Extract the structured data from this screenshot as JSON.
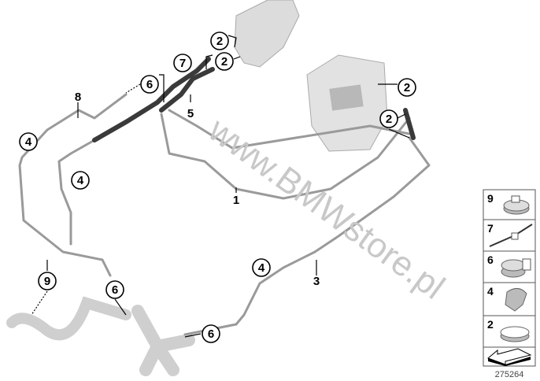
{
  "diagram": {
    "callouts": [
      {
        "id": "c2a",
        "label": "2"
      },
      {
        "id": "c2b",
        "label": "2"
      },
      {
        "id": "c2c",
        "label": "2"
      },
      {
        "id": "c2d",
        "label": "2"
      },
      {
        "id": "c7",
        "label": "7"
      },
      {
        "id": "c6a",
        "label": "6"
      },
      {
        "id": "c6b",
        "label": "6"
      },
      {
        "id": "c6c",
        "label": "6"
      },
      {
        "id": "c4a",
        "label": "4"
      },
      {
        "id": "c4b",
        "label": "4"
      },
      {
        "id": "c4c",
        "label": "4"
      },
      {
        "id": "c9",
        "label": "9"
      }
    ],
    "plain_labels": [
      {
        "id": "l8",
        "label": "8"
      },
      {
        "id": "l5",
        "label": "5"
      },
      {
        "id": "l1",
        "label": "1"
      },
      {
        "id": "l3",
        "label": "3"
      }
    ],
    "watermark": "www.BMWstore.pl",
    "diagram_number": "275264"
  },
  "legend": {
    "items": [
      {
        "label": "9",
        "part": "clamp-icon"
      },
      {
        "label": "7",
        "part": "cable-tie-icon"
      },
      {
        "label": "6",
        "part": "bracket-clamp-icon"
      },
      {
        "label": "4",
        "part": "pipe-holder-icon"
      },
      {
        "label": "2",
        "part": "hose-clamp-icon"
      }
    ]
  }
}
